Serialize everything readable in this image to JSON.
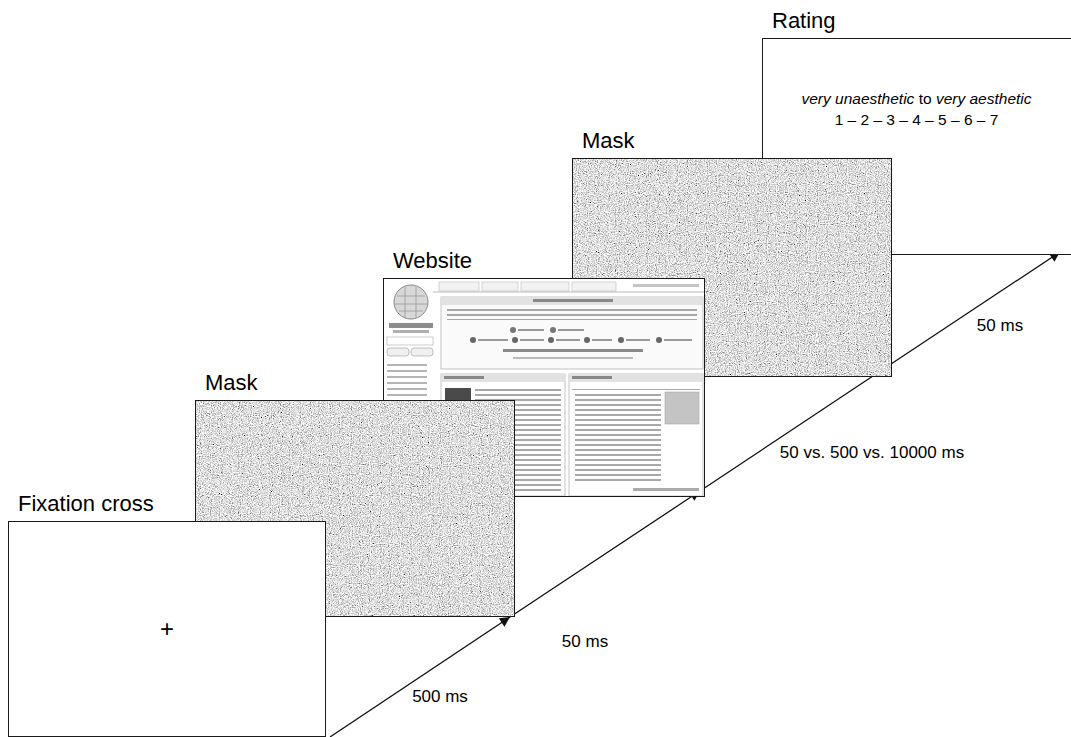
{
  "diagram": {
    "nodes": [
      {
        "text": [
          "Fixation cross",
          "+"
        ]
      },
      {
        "text": [
          "Mask"
        ]
      },
      {
        "text": [
          "Website"
        ]
      },
      {
        "text": [
          "Mask"
        ]
      },
      {
        "text": [
          "Rating",
          "very unaesthetic",
          "to",
          "very aesthetic",
          "1 – 2 – 3 – 4 – 5 – 6 – 7"
        ]
      }
    ],
    "labels": [
      "500 ms",
      "50 ms",
      "50 vs. 500 vs. 10000 ms",
      "50 ms"
    ]
  }
}
